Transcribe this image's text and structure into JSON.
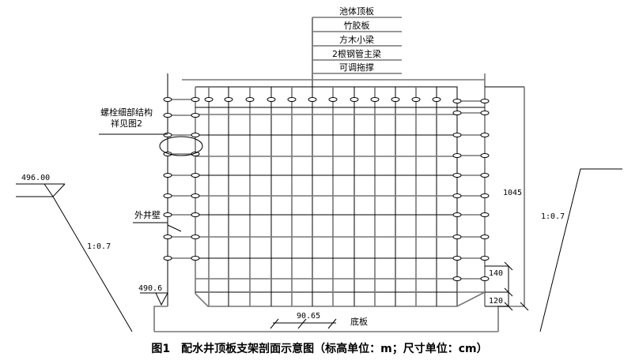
{
  "layers": [
    "池体顶板",
    "竹胶板",
    "方木小梁",
    "2根钢管主梁",
    "可调拖撑"
  ],
  "annotations": {
    "bolt_note_line1": "螺栓细部结构",
    "bolt_note_line2": "祥见图2",
    "outer_wall": "外井壁",
    "bottom_slab": "底板"
  },
  "elevations": {
    "ground": "496.00",
    "base": "490.6"
  },
  "dimensions": {
    "height": "1045",
    "d140": "140",
    "d120": "120",
    "span": "90.65"
  },
  "slopes": {
    "left": "1:0.7",
    "right": "1:0.7"
  },
  "caption": "图1　配水井顶板支架剖面示意图（标高单位：m；尺寸单位：cm）"
}
